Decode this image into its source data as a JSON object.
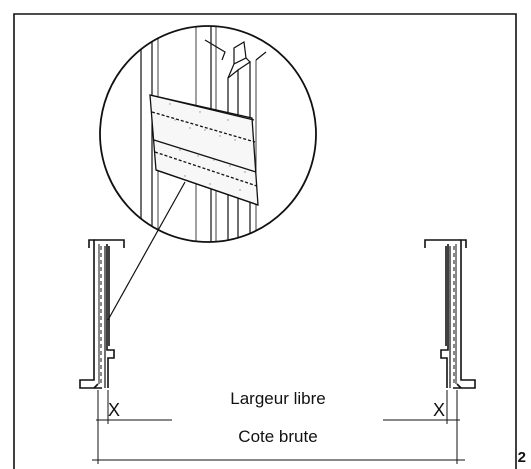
{
  "diagram": {
    "label_clear_width": "Largeur libre",
    "label_rough_size": "Cote brute",
    "label_x_left": "X",
    "label_x_right": "X",
    "figure_number": "2"
  },
  "colors": {
    "ink": "#111111",
    "paper": "#ffffff"
  }
}
